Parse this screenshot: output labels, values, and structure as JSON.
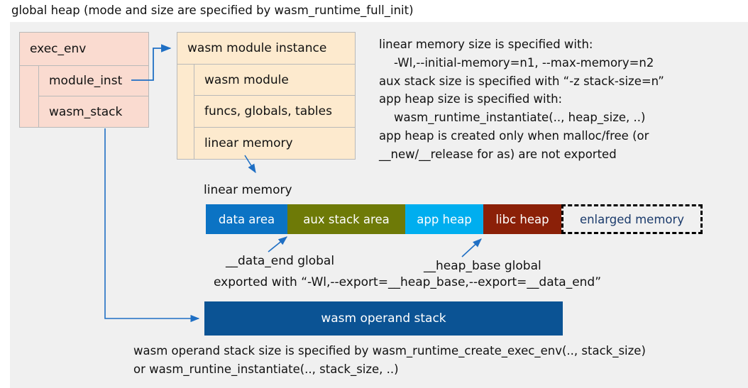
{
  "title": "global heap (mode and size are specified by wasm_runtime_full_init)",
  "colors": {
    "panel_bg": "#f0f0f0",
    "exec_env_fill": "#fadbd0",
    "module_inst_fill": "#fdeace",
    "box_border": "#b9b9b9",
    "connector": "#1f6fc4",
    "data_area": "#0b73c4",
    "aux_stack_area": "#6e7a07",
    "app_heap": "#00aeef",
    "libc_heap": "#8b2008",
    "enlarged_text": "#1a3a6b",
    "enlarged_border": "#000000",
    "operand_stack": "#0b5394",
    "text": "#111111"
  },
  "exec_env": {
    "header": "exec_env",
    "rows": [
      {
        "label": "module_inst"
      },
      {
        "label": "wasm_stack"
      }
    ]
  },
  "module_instance": {
    "header": "wasm module instance",
    "rows": [
      {
        "label": "wasm module"
      },
      {
        "label": "funcs, globals, tables"
      },
      {
        "label": "linear memory"
      }
    ]
  },
  "notes": {
    "right": "linear memory size is specified with:\n    -Wl,--initial-memory=n1, --max-memory=n2\naux stack size is specified with “-z stack-size=n”\napp heap size is specified with:\n    wasm_runtime_instantiate(.., heap_size, ..)\napp heap is created only when malloc/free (or\n__new/__release for as) are not exported",
    "bottom": "wasm operand stack size is specified by wasm_runtime_create_exec_env(.., stack_size)\nor wasm_runtine_instantiate(.., stack_size, ..)"
  },
  "linear_memory": {
    "label": "linear memory",
    "segments": [
      {
        "label": "data area",
        "width": 115,
        "color": "#0b73c4",
        "text_color": "#ffffff"
      },
      {
        "label": "aux stack area",
        "width": 166,
        "color": "#6e7a07",
        "text_color": "#ffffff"
      },
      {
        "label": "app heap",
        "width": 110,
        "color": "#00aeef",
        "text_color": "#ffffff"
      },
      {
        "label": "libc heap",
        "width": 110,
        "color": "#8b2008",
        "text_color": "#ffffff"
      },
      {
        "label": "enlarged memory",
        "width": 199,
        "color": "#f0f0f0",
        "text_color": "#1a3a6b"
      }
    ]
  },
  "annotations": {
    "data_end": "__data_end global",
    "heap_base": "__heap_base global",
    "exported": "exported with “-Wl,--export=__heap_base,--export=__data_end”"
  },
  "operand_stack": {
    "label": "wasm operand stack"
  }
}
